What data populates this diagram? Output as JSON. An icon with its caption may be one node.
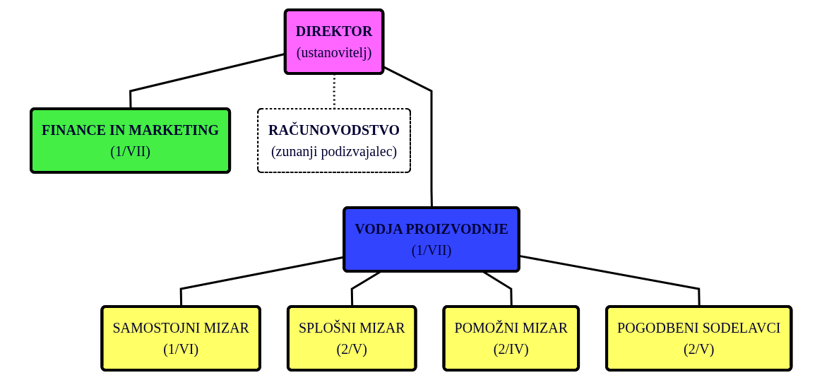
{
  "diagram": {
    "nodes": [
      {
        "text": [
          "DIREKTOR",
          "(ustanovitelj)"
        ]
      },
      {
        "text": [
          "FINANCE IN MARKETING",
          "(1/VII)"
        ]
      },
      {
        "text": [
          "RAČUNOVODSTVO",
          "(zunanji podizvajalec)"
        ]
      },
      {
        "text": [
          "VODJA PROIZVODNJE",
          "(1/VII)"
        ]
      },
      {
        "text": [
          "SAMOSTOJNI MIZAR",
          "(1/VI)"
        ]
      },
      {
        "text": [
          "SPLOŠNI MIZAR",
          "(2/V)"
        ]
      },
      {
        "text": [
          "POMOŽNI MIZAR",
          "(2/IV)"
        ]
      },
      {
        "text": [
          "POGODBENI SODELAVCI",
          "(2/V)"
        ]
      }
    ],
    "edges": [
      {
        "from": 0,
        "to": 1,
        "arrow": "none"
      },
      {
        "from": 0,
        "to": 2,
        "arrow": "none",
        "style": "dashed"
      },
      {
        "from": 0,
        "to": 3,
        "arrow": "none"
      },
      {
        "from": 3,
        "to": 4,
        "arrow": "none"
      },
      {
        "from": 3,
        "to": 5,
        "arrow": "none"
      },
      {
        "from": 3,
        "to": 6,
        "arrow": "none"
      },
      {
        "from": 3,
        "to": 7,
        "arrow": "none"
      }
    ]
  }
}
